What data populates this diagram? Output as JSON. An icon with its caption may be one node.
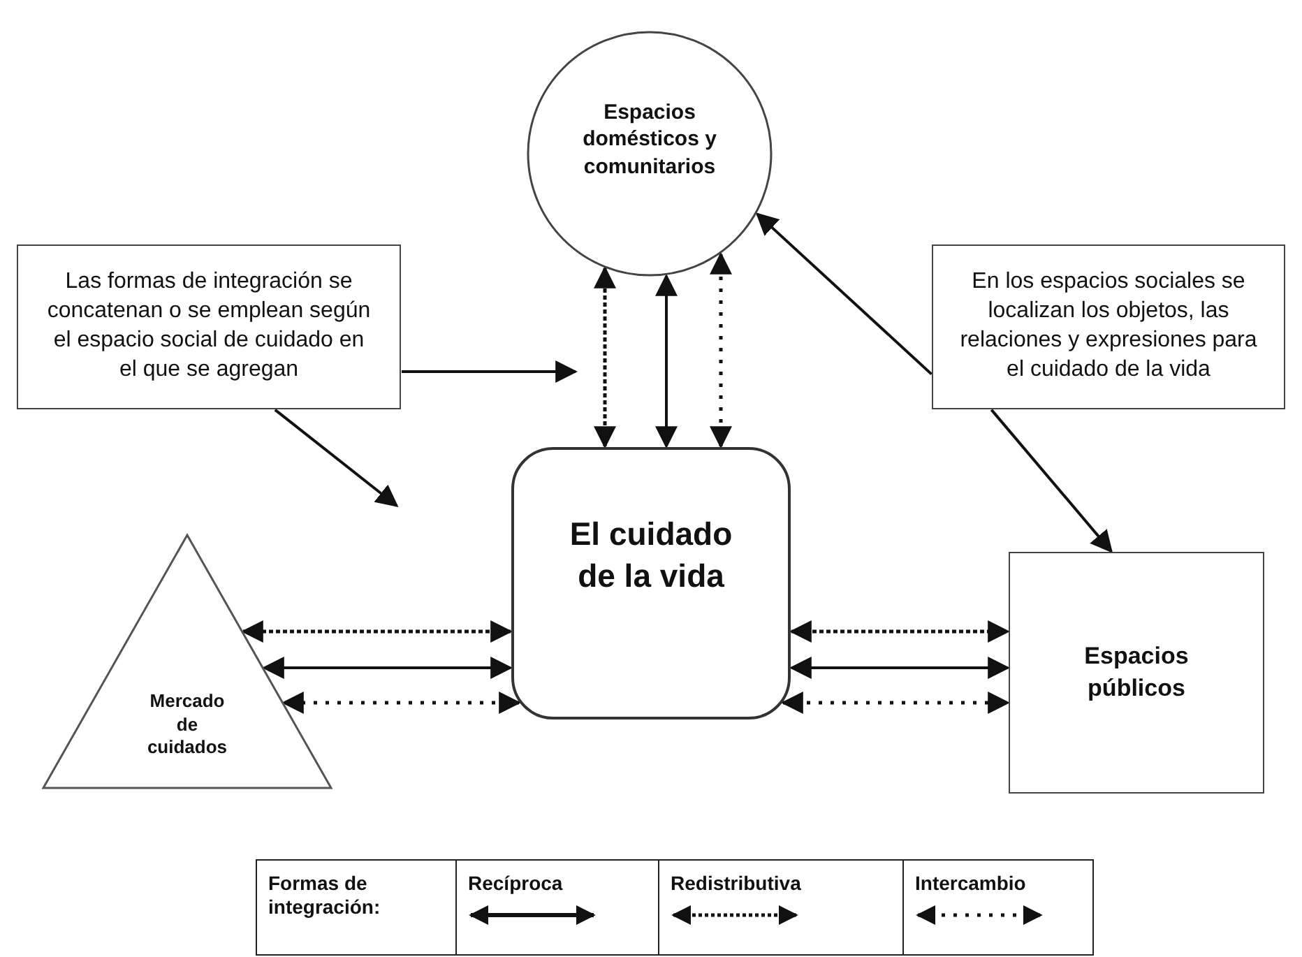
{
  "diagram": {
    "nodes": [
      {
        "text": [
          "Espacios domésticos y comunitarios"
        ]
      },
      {
        "text": [
          "Las formas de integración se concatenan o se emplean según el espacio social de cuidado en el que se agregan"
        ]
      },
      {
        "text": [
          "En los espacios sociales se localizan los objetos, las relaciones y expresiones para el cuidado de la vida"
        ]
      },
      {
        "text": [
          "El cuidado de la vida"
        ]
      },
      {
        "text": [
          "Mercado de cuidados"
        ]
      },
      {
        "text": [
          "Espacios públicos"
        ]
      }
    ],
    "edges": [
      {
        "from": 3,
        "to": 0,
        "arrow": "both",
        "style": "dashed"
      },
      {
        "from": 3,
        "to": 0,
        "arrow": "both"
      },
      {
        "from": 3,
        "to": 0,
        "arrow": "both",
        "style": "dashed"
      },
      {
        "from": 3,
        "to": 4,
        "arrow": "both",
        "style": "dashed"
      },
      {
        "from": 3,
        "to": 4,
        "arrow": "both"
      },
      {
        "from": 3,
        "to": 4,
        "arrow": "both",
        "style": "dashed"
      },
      {
        "from": 3,
        "to": 5,
        "arrow": "both",
        "style": "dashed"
      },
      {
        "from": 3,
        "to": 5,
        "arrow": "both"
      },
      {
        "from": 3,
        "to": 5,
        "arrow": "both",
        "style": "dashed"
      },
      {
        "from": 1,
        "to": null,
        "arrow": "to"
      },
      {
        "from": 1,
        "to": null,
        "arrow": "to"
      },
      {
        "from": 2,
        "to": 0,
        "arrow": "to"
      },
      {
        "from": 2,
        "to": 5,
        "arrow": "to"
      }
    ],
    "labels": [
      "Formas de integración:"
    ],
    "legend": [
      {
        "text": "Recíproca"
      },
      {
        "text": "Redistributiva"
      },
      {
        "text": "Intercambio"
      }
    ]
  }
}
